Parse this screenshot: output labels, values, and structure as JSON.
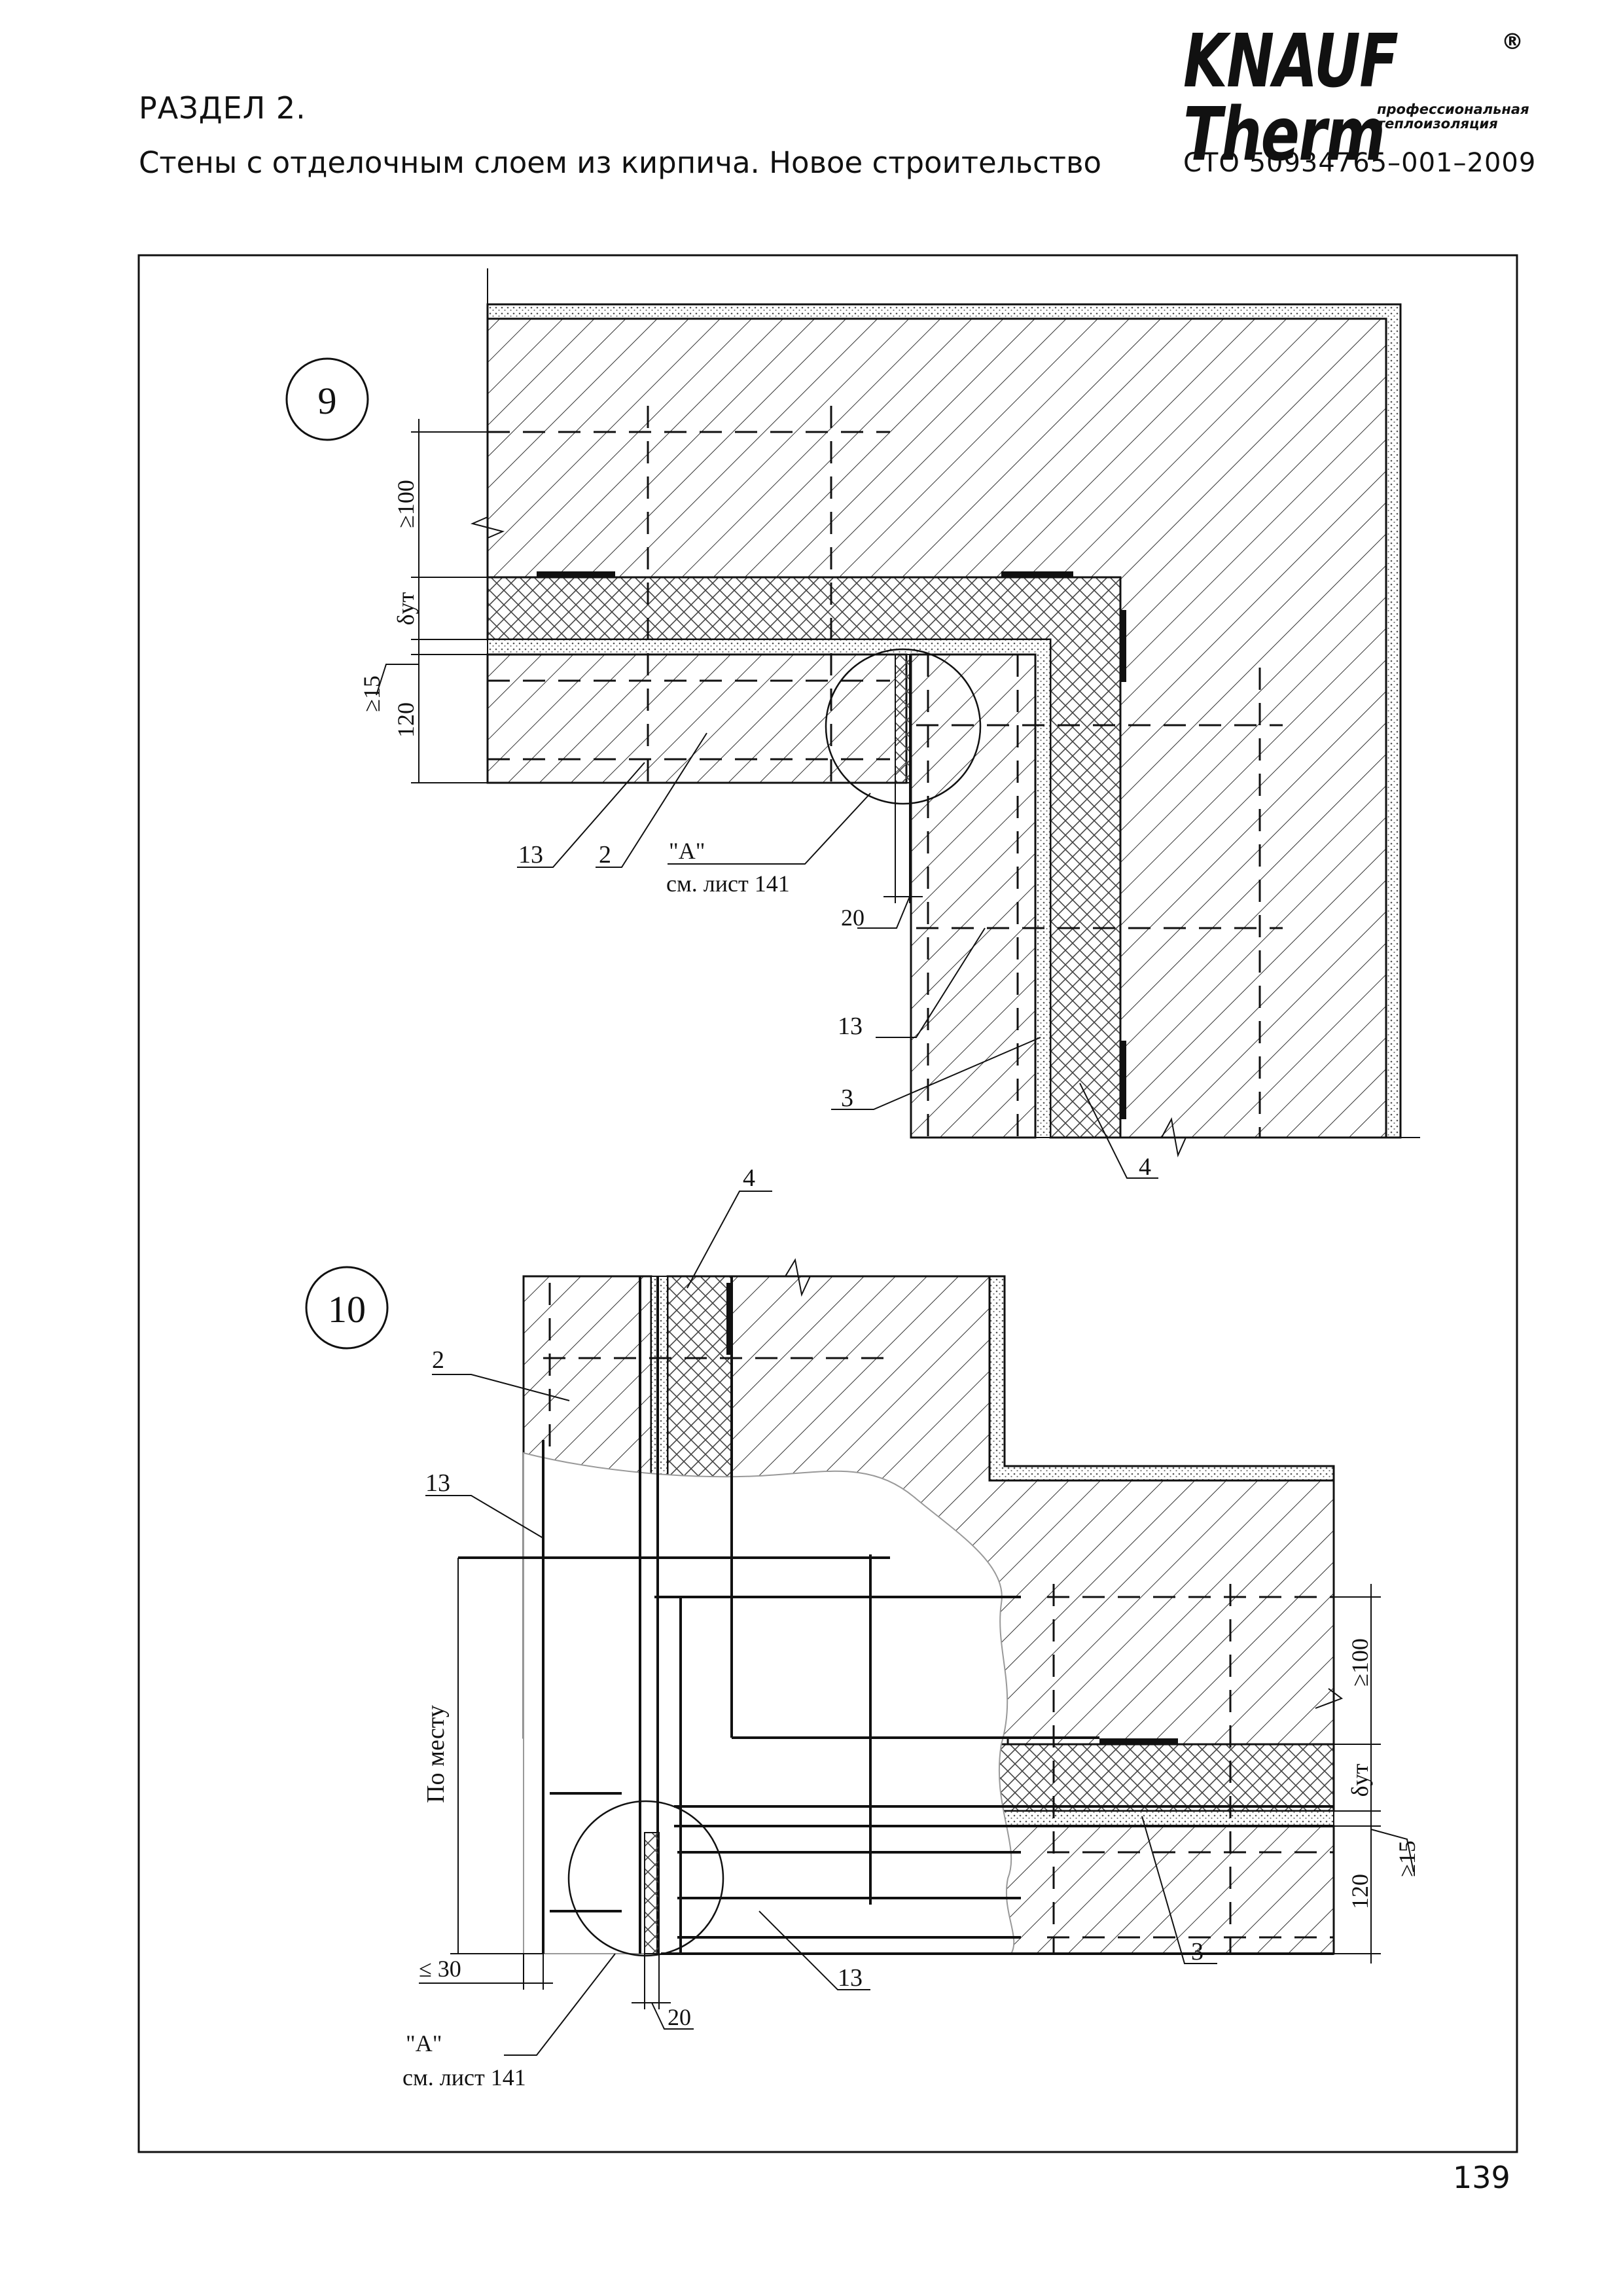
{
  "header": {
    "section": "РАЗДЕЛ 2.",
    "subtitle": "Стены с отделочным слоем из кирпича. Новое строительство",
    "standard": "СТО 50934765–001–2009"
  },
  "logo": {
    "brand": "KNAUF Therm",
    "registered": "®",
    "tagline_1": "профессиональная",
    "tagline_2": "теплоизоляция"
  },
  "page_number": "139",
  "detail_9": {
    "number": "9",
    "dims": {
      "d100": "≥100",
      "dut": "δут",
      "d15": "≥15",
      "d120": "120",
      "d20": "20"
    },
    "callouts": {
      "c13a": "13",
      "c2": "2",
      "ref_a": "\"А\"",
      "ref_sheet": "см. лист 141",
      "c13b": "13",
      "c3": "3",
      "c4": "4"
    }
  },
  "detail_10": {
    "number": "10",
    "dims": {
      "d100": "≥100",
      "dut": "δут",
      "d15": "≥15",
      "d120": "120",
      "d20": "20",
      "d30": "≤ 30",
      "po_mestu": "По месту"
    },
    "callouts": {
      "c4": "4",
      "c2": "2",
      "c13a": "13",
      "c13b": "13",
      "c3": "3",
      "ref_a": "\"А\"",
      "ref_sheet": "см. лист 141"
    }
  }
}
